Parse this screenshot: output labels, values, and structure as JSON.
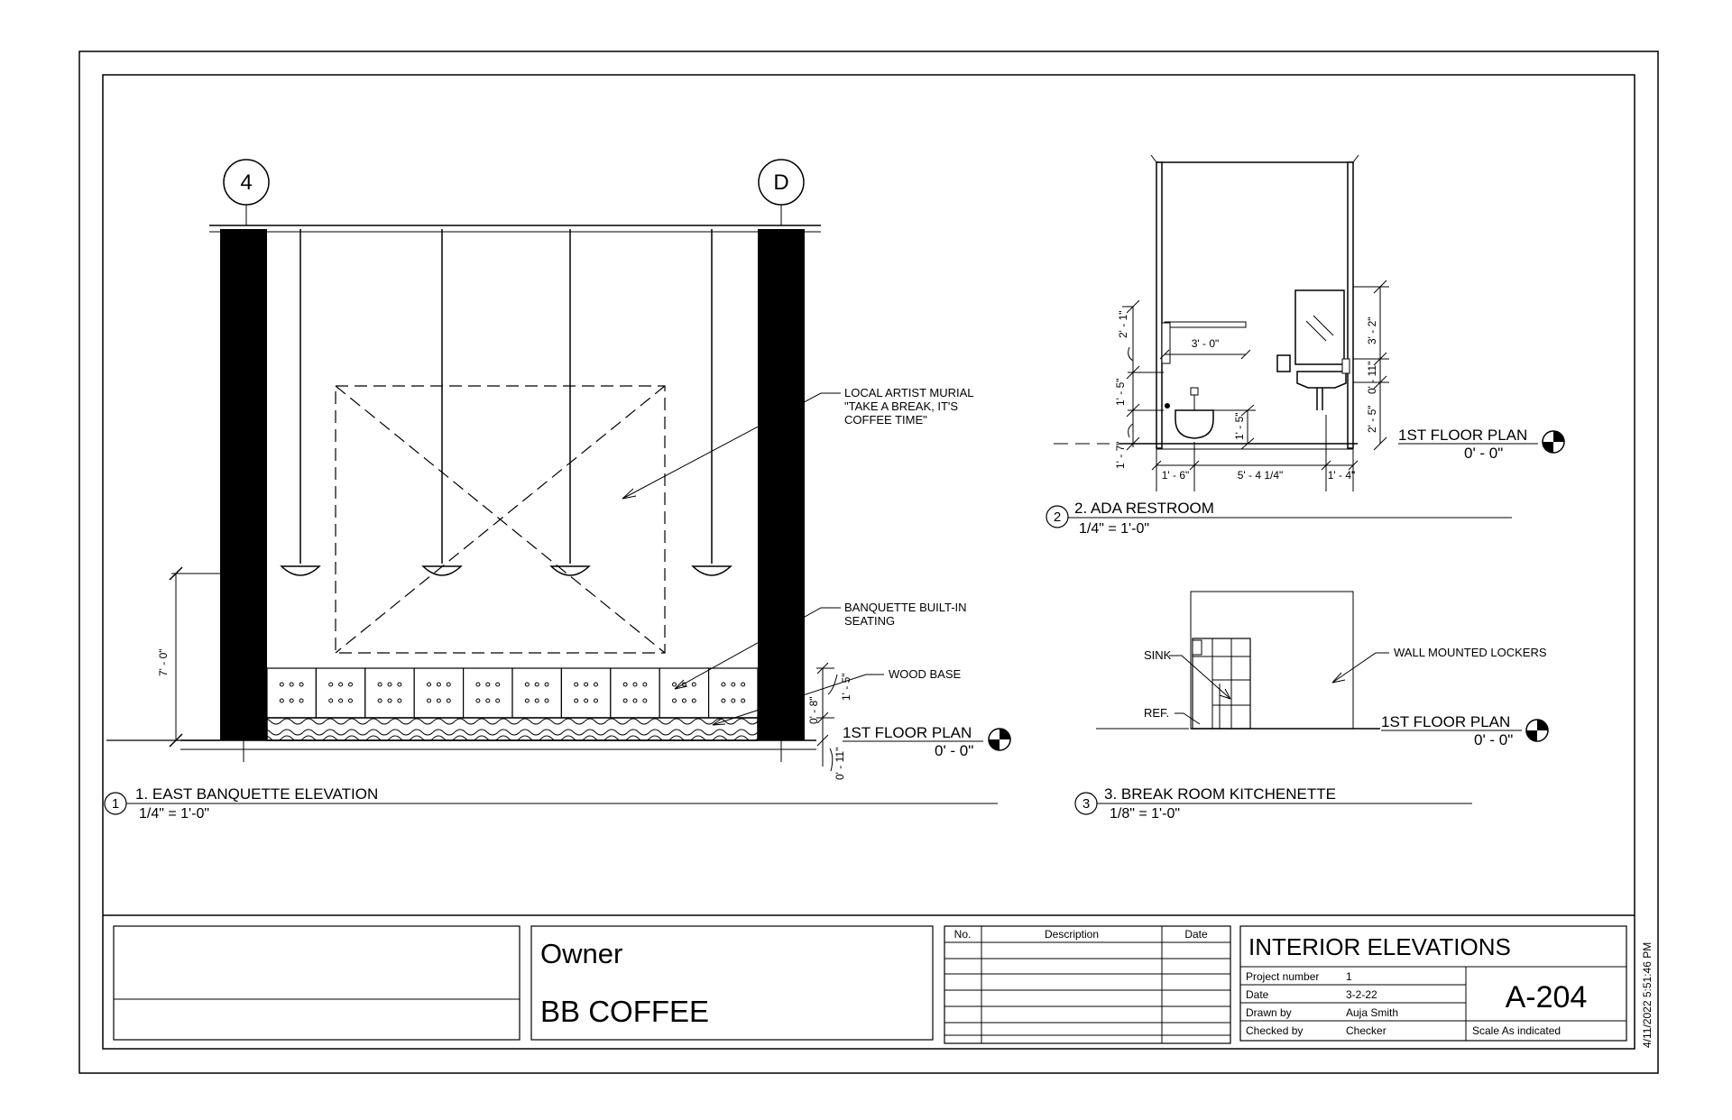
{
  "grid": {
    "left_bubble": "4",
    "right_bubble": "D"
  },
  "view1": {
    "number": "1",
    "title": "1. EAST BANQUETTE ELEVATION",
    "scale": "1/4\" = 1'-0\"",
    "notes": {
      "mural_1": "LOCAL ARTIST MURIAL",
      "mural_2": "\"TAKE A BREAK, IT'S",
      "mural_3": "COFFEE TIME\"",
      "banquette_1": "BANQUETTE BUILT-IN",
      "banquette_2": "SEATING",
      "wood_base": "WOOD BASE"
    },
    "dims": {
      "height": "7' - 0\"",
      "seat": "1' - 5\"",
      "base": "0' - 8\"",
      "below": "0' - 11\""
    },
    "level_name": "1ST FLOOR PLAN",
    "level_elev": "0' - 0\""
  },
  "view2": {
    "number": "2",
    "title": "2. ADA RESTROOM",
    "scale": "1/4\" = 1'-0\"",
    "dims": {
      "grab": "3' - 0\"",
      "v1": "2' - 1\"",
      "v2": "1' - 5\"",
      "v3": "1' - 7\"",
      "v4": "1' - 5\"",
      "r1": "3' - 2\"",
      "r2": "0' - 11\"",
      "r3": "2' - 5\"",
      "b1": "1' - 6\"",
      "b2": "5' - 4 1/4\"",
      "b3": "1' - 4\""
    },
    "level_name": "1ST FLOOR PLAN",
    "level_elev": "0' - 0\""
  },
  "view3": {
    "number": "3",
    "title": "3. BREAK ROOM KITCHENETTE",
    "scale": "1/8\" = 1'-0\"",
    "notes": {
      "sink": "SINK",
      "ref": "REF.",
      "lockers": "WALL MOUNTED LOCKERS"
    },
    "level_name": "1ST FLOOR PLAN",
    "level_elev": "0' - 0\""
  },
  "titleblock": {
    "owner_label": "Owner",
    "client": "BB COFFEE",
    "rev_headers": {
      "no": "No.",
      "description": "Description",
      "date": "Date"
    },
    "sheet_title": "INTERIOR ELEVATIONS",
    "fields": [
      {
        "label": "Project number",
        "value": "1"
      },
      {
        "label": "Date",
        "value": "3-2-22"
      },
      {
        "label": "Drawn by",
        "value": "Auja Smith"
      },
      {
        "label": "Checked by",
        "value": "Checker"
      }
    ],
    "sheet_number": "A-204",
    "scale_note": "Scale As indicated",
    "timestamp": "4/11/2022 5:51:46 PM"
  }
}
